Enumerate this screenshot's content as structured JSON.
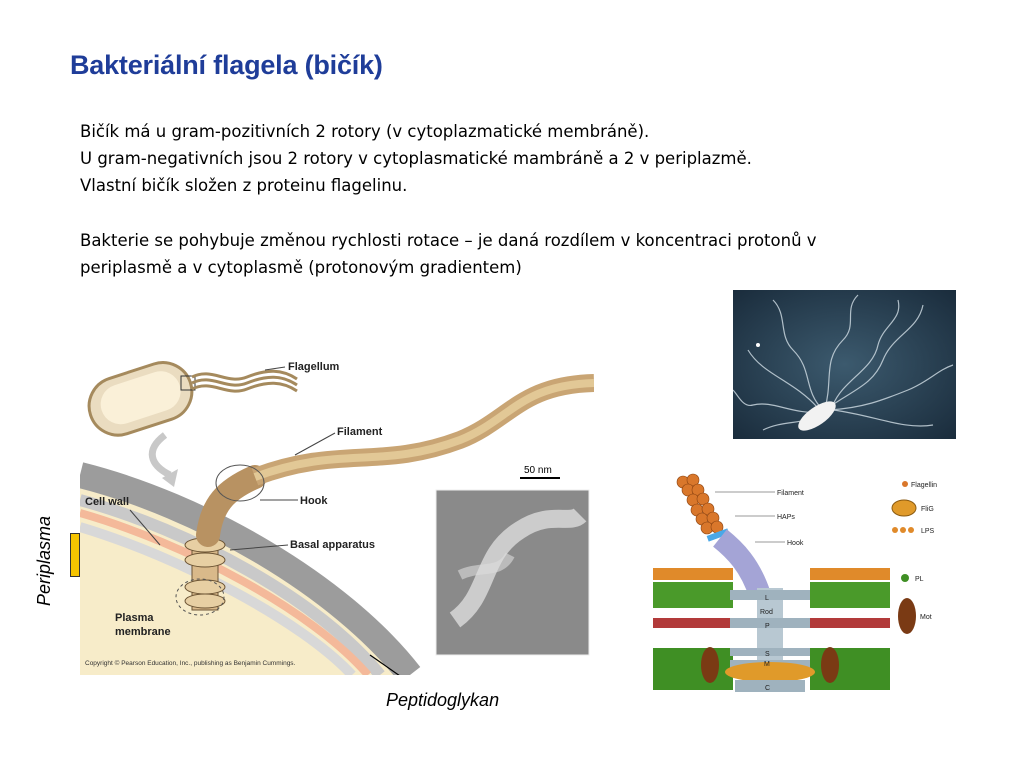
{
  "slide": {
    "title": "Bakteriální flagela (bičík)",
    "paragraph1": [
      "Bičík má u gram-pozitivních 2 rotory (v cytoplazmatické membráně).",
      "U gram-negativních jsou 2 rotory v cytoplasmatické mambráně a 2 v periplazmě.",
      "Vlastní bičík složen z proteinu flagelinu."
    ],
    "paragraph2": [
      "Bakterie se pohybuje změnou rychlosti rotace – je daná rozdílem v koncentraci protonů v",
      "periplasmě a v cytoplasmě (protonovým gradientem)"
    ],
    "label_periplasma": "Periplasma",
    "label_peptidoglykan": "Peptidoglykan"
  },
  "figure_left": {
    "labels": {
      "flagellum": "Flagellum",
      "filament": "Filament",
      "hook": "Hook",
      "cell_wall": "Cell wall",
      "basal_apparatus": "Basal apparatus",
      "plasma_membrane_1": "Plasma",
      "plasma_membrane_2": "membrane",
      "scale": "50 nm",
      "copyright": "Copyright © Pearson Education, Inc., publishing as Benjamin Cummings."
    }
  },
  "figure_right": {
    "labels": {
      "filament": "Filament",
      "haps": "HAPs",
      "hook": "Hook",
      "L": "L",
      "rod": "Rod",
      "P": "P",
      "S": "S",
      "M": "M",
      "C": "C"
    },
    "legend": {
      "flagellin": "Flagellin",
      "flig": "FliG",
      "lps": "LPS",
      "pl": "PL",
      "mot": "Mot"
    }
  }
}
